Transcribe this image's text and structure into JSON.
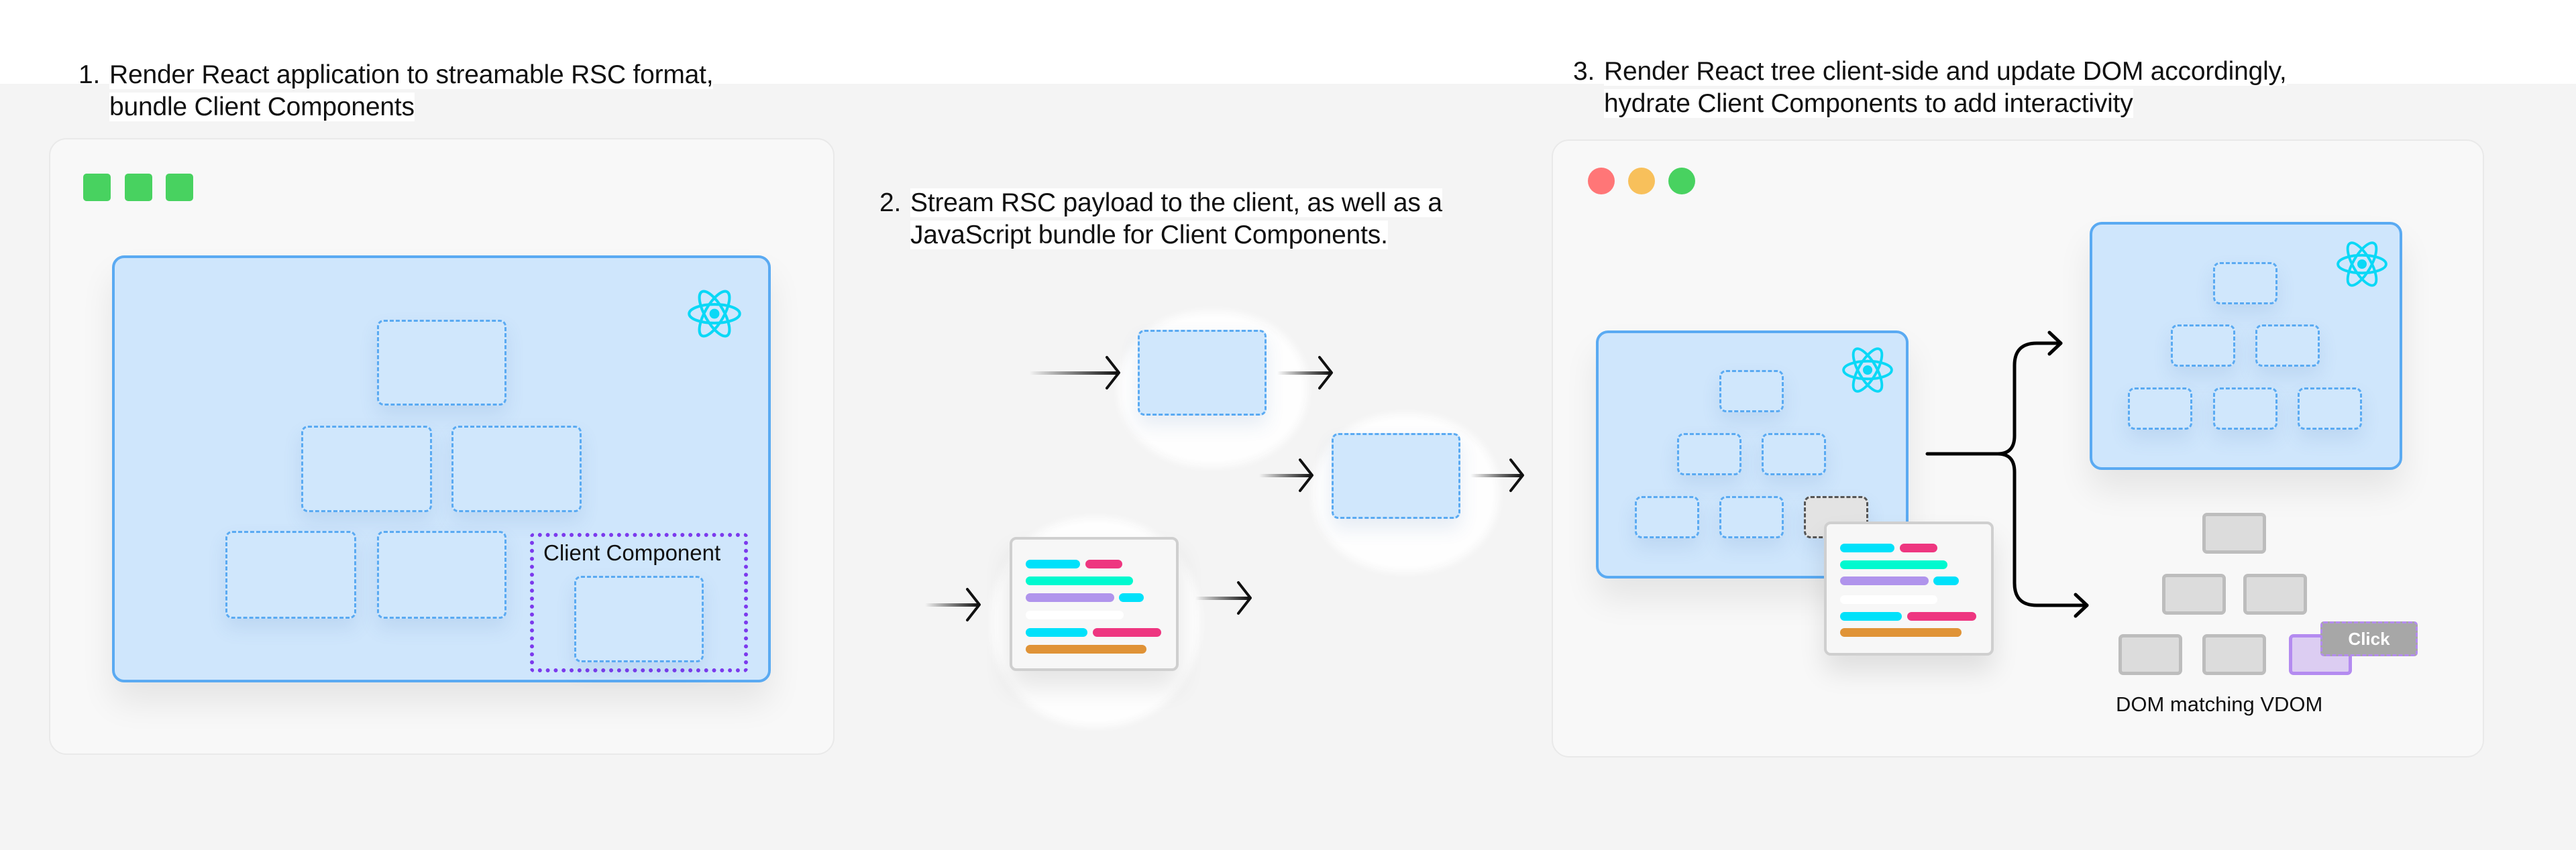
{
  "steps": [
    {
      "number": "1.",
      "lines": [
        "Render React application to streamable RSC format,",
        "bundle Client Components"
      ]
    },
    {
      "number": "2.",
      "lines": [
        "Stream RSC payload to the client, as well as a",
        "JavaScript bundle for Client Components."
      ]
    },
    {
      "number": "3.",
      "lines": [
        "Render React tree client-side and update DOM accordingly,",
        "hydrate Client Components to add interactivity"
      ]
    }
  ],
  "server_panel": {
    "window_controls": [
      "green-square",
      "green-square",
      "green-square"
    ],
    "react_icon": "react-logo-icon",
    "client_component_label": "Client Component"
  },
  "stream_panel": {
    "items": [
      "rsc-chunk",
      "rsc-chunk",
      "js-bundle"
    ]
  },
  "client_panel": {
    "window_controls": [
      {
        "name": "close-dot",
        "color": "#FF7677"
      },
      {
        "name": "minimize-dot",
        "color": "#F8C05B"
      },
      {
        "name": "maximize-dot",
        "color": "#48D260"
      }
    ],
    "click_label": "Click",
    "dom_caption": "DOM matching VDOM"
  },
  "colors": {
    "background": "#F4F4F4",
    "panel": "#F8F8F8",
    "react_blue_fill": "#CFE6FC",
    "react_blue_border": "#5AAAF2",
    "react_logo": "#0AD8F6",
    "client_component_border": "#7C3AED",
    "code_cyan": "#00E1FA",
    "code_pink": "#EE3680",
    "code_teal": "#00F9CF",
    "code_purple": "#B094EC",
    "code_white": "#FFFFFF",
    "code_orange": "#E09337",
    "dom_gray": "#DCDCDC",
    "dom_purple": "#DCCDF2"
  }
}
